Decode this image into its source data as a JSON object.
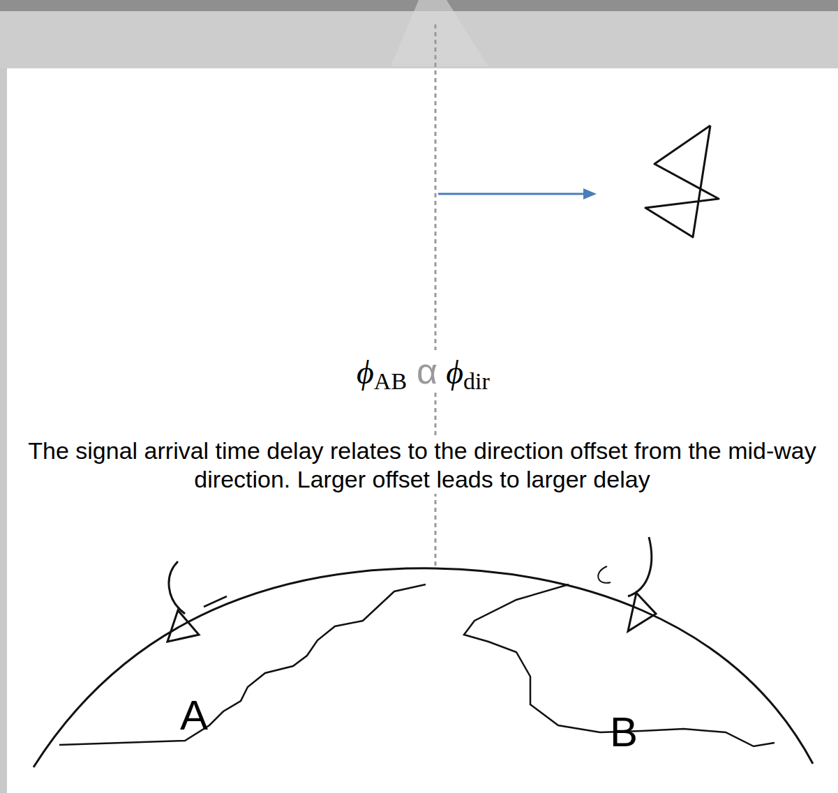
{
  "diagram": {
    "labels": [
      "ϕ",
      "AB",
      "α",
      "ϕ",
      "dir",
      "The signal arrival time delay relates to the direction offset from the mid-way direction. Larger offset leads to larger delay",
      "A",
      "B"
    ]
  }
}
